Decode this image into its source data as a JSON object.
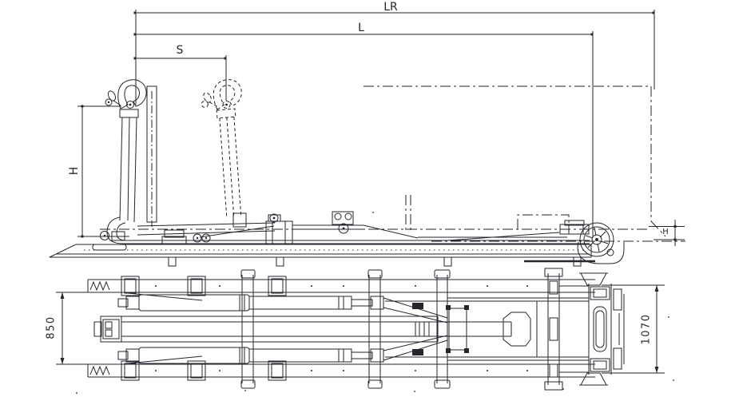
{
  "colors": {
    "line": "#26262e",
    "background": "#ffffff"
  },
  "dims": {
    "lr": "LR",
    "l": "L",
    "s": "S",
    "h": "H",
    "h_rear": "H",
    "plan_inner_width": "850",
    "plan_outer_width": "1070"
  }
}
